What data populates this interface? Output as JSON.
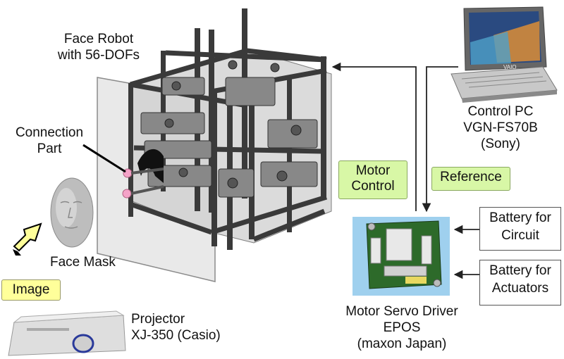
{
  "labels": {
    "face_robot": [
      "Face Robot",
      "with 56-DOFs"
    ],
    "connection_part": [
      "Connection",
      "Part"
    ],
    "face_mask": "Face Mask",
    "image_tag": "Image",
    "projector": [
      "Projector",
      "XJ-350 (Casio)"
    ],
    "motor_control_tag": [
      "Motor",
      "Control"
    ],
    "reference_tag": "Reference",
    "control_pc": [
      "Control PC",
      "VGN-FS70B",
      "(Sony)"
    ],
    "battery_circuit": [
      "Battery for",
      "Circuit"
    ],
    "battery_actuators": [
      "Battery for",
      "Actuators"
    ],
    "servo_driver": [
      "Motor Servo Driver",
      "EPOS",
      "(maxon Japan)"
    ]
  },
  "laptop_brand": "VAIO",
  "colors": {
    "tag_green": "#d8f7a6",
    "tag_yellow": "#ffff9a",
    "frame_gray": "#3a3a3a",
    "pcb_green": "#2d6a2a",
    "driver_bg": "#9fd0ee",
    "connector_pink": "#f4a3c8"
  }
}
